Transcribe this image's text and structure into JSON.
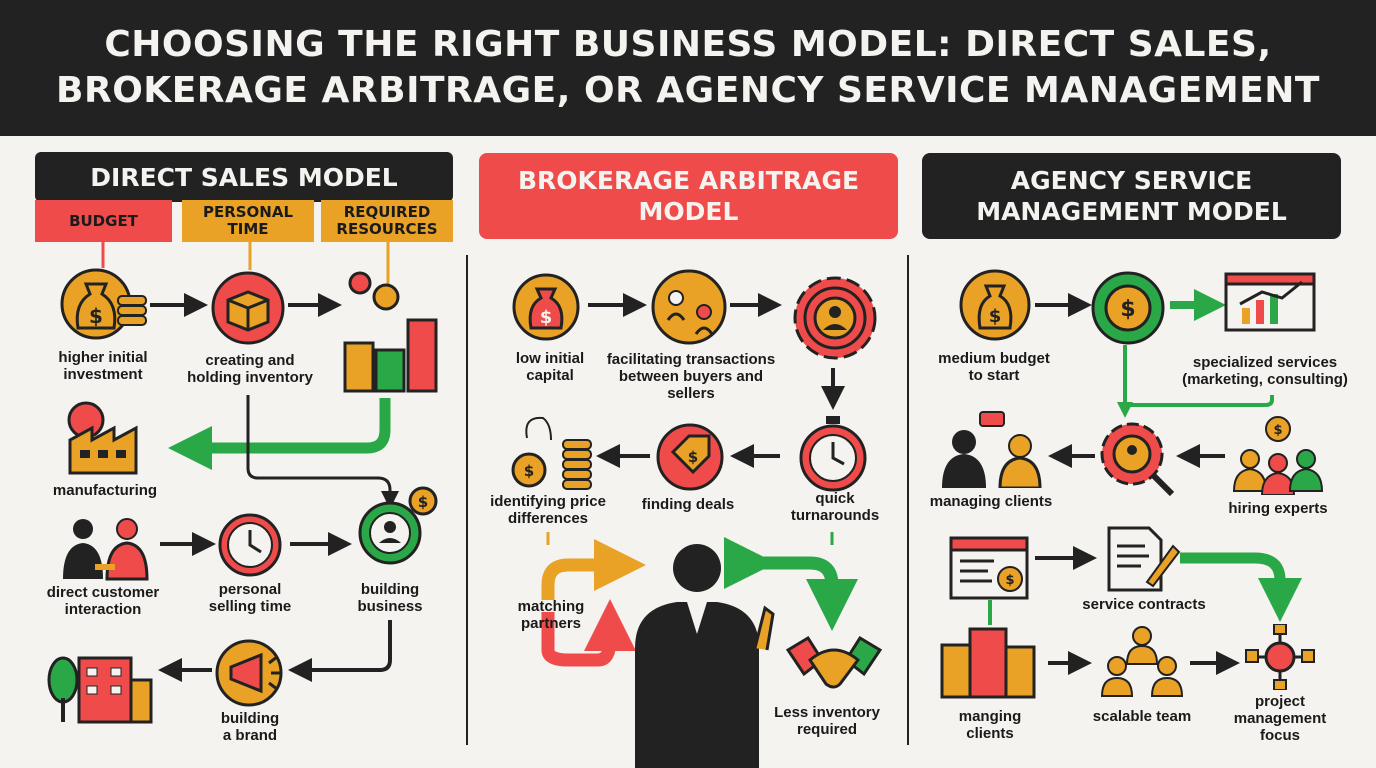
{
  "header": {
    "title_line1": "CHOOSING THE RIGHT BUSINESS MODEL: DIRECT SALES,",
    "title_line2": "BROKERAGE ARBITRAGE, OR AGENCY SERVICE MANAGEMENT"
  },
  "direct": {
    "title": "DIRECT SALES MODEL",
    "budget": "BUDGET",
    "time": [
      "PERSONAL",
      "TIME"
    ],
    "resources": [
      "REQUIRED",
      "RESOURCES"
    ],
    "labels": {
      "investment": [
        "higher initial",
        "investment"
      ],
      "inventory": [
        "creating and",
        "holding inventory"
      ],
      "manufacturing": [
        "manufacturing"
      ],
      "interaction": [
        "direct customer",
        "interaction"
      ],
      "selling": [
        "personal",
        "selling time"
      ],
      "business": [
        "building",
        "business"
      ],
      "brand": [
        "building",
        "a brand"
      ]
    }
  },
  "brokerage": {
    "title": [
      "BROKERAGE ARBITRAGE",
      "MODEL"
    ],
    "labels": {
      "capital": [
        "low initial",
        "capital"
      ],
      "facilitating": [
        "facilitating transactions",
        "between buyers and",
        "sellers"
      ],
      "price": [
        "identifying price",
        "differences"
      ],
      "deals": [
        "finding deals"
      ],
      "quick": [
        "quick",
        "turnarounds"
      ],
      "matching": [
        "matching",
        "partners"
      ],
      "inventory": [
        "Less inventory",
        "required"
      ]
    }
  },
  "agency": {
    "title": [
      "AGENCY SERVICE",
      "MANAGEMENT MODEL"
    ],
    "labels": {
      "budget": [
        "medium budget",
        "to start"
      ],
      "services": [
        "specialized services",
        "(marketing, consulting)"
      ],
      "managing": [
        "managing clients"
      ],
      "hiring": [
        "hiring experts"
      ],
      "contracts": [
        "service contracts"
      ],
      "manging": [
        "manging",
        "clients"
      ],
      "team": [
        "scalable team"
      ],
      "project": [
        "project",
        "management",
        "focus"
      ]
    }
  },
  "colors": {
    "red": "#f04b4b",
    "orange": "#e9a126",
    "green": "#2aa847",
    "dark": "#222222",
    "bg": "#f4f3ef"
  }
}
